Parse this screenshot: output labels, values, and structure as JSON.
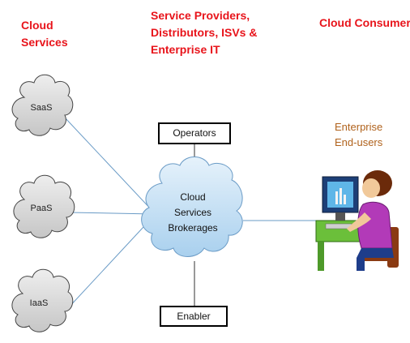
{
  "headers": {
    "cloud_services": "Cloud Services",
    "providers": "Service Providers, Distributors, ISVs & Enterprise IT",
    "consumers": "Cloud Consumers"
  },
  "clouds": {
    "saas": "SaaS",
    "paas": "PaaS",
    "iaas": "IaaS"
  },
  "broker": {
    "line1": "Cloud",
    "line2": "Services",
    "line3": "Brokerages"
  },
  "boxes": {
    "operators": "Operators",
    "enabler": "Enabler"
  },
  "consumer": {
    "line1": "Enterprise",
    "line2": "End-users"
  },
  "colors": {
    "header_red": "#e8141b",
    "consumer_brown": "#b0621c",
    "connector_blue": "#6a9bc6",
    "service_cloud_fill": "#d9d9d9",
    "broker_cloud_fill": "#cfe5f7"
  }
}
